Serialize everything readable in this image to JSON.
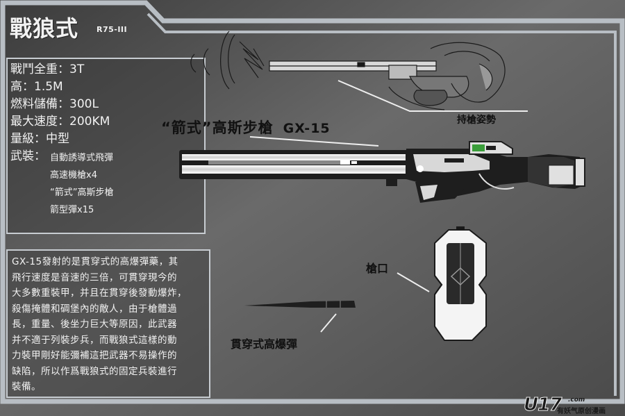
{
  "header": {
    "title": "戰狼式",
    "model": "R75-III"
  },
  "stats": {
    "weight": "戰鬥全重：3T",
    "height": "高：1.5M",
    "fuel": "燃料儲備：300L",
    "speed": "最大速度：200KM",
    "class": "量級：中型",
    "armament_label": "武裝：",
    "armament": [
      "自動誘導式飛彈",
      "高速機槍x4",
      "“箭式”高斯步槍",
      "箭型彈x15"
    ]
  },
  "description": {
    "lines": [
      "GX-15發射的是貫穿式的高爆彈藥，其",
      "飛行速度是音速的三倍，可貫穿現今的",
      "大多數重裝甲，并且在貫穿後發動爆炸，",
      "殺傷掩體和碉堡內的敵人，由于槍體過",
      "長，重量、後坐力巨大等原因，此武器",
      "并不適于列裝步兵，而戰狼式這樣的動",
      "力裝甲剛好能彌補這把武器不易操作的",
      "缺陷，所以作爲戰狼式的固定兵裝進行",
      "裝備。"
    ]
  },
  "labels": {
    "holding_pose": "持槍姿勢",
    "rifle_name": "“箭式”高斯步槍",
    "rifle_code": "GX-15",
    "muzzle": "槍口",
    "bullet": "貫穿式高爆彈"
  },
  "watermark": {
    "main": "U17",
    "domain": ".com",
    "sub": "有妖气原创漫画"
  },
  "colors": {
    "border": "#b8bec4",
    "background_dark": "#3c3c3c",
    "background_mid": "#666666",
    "accent_green": "#3a9e3a"
  }
}
